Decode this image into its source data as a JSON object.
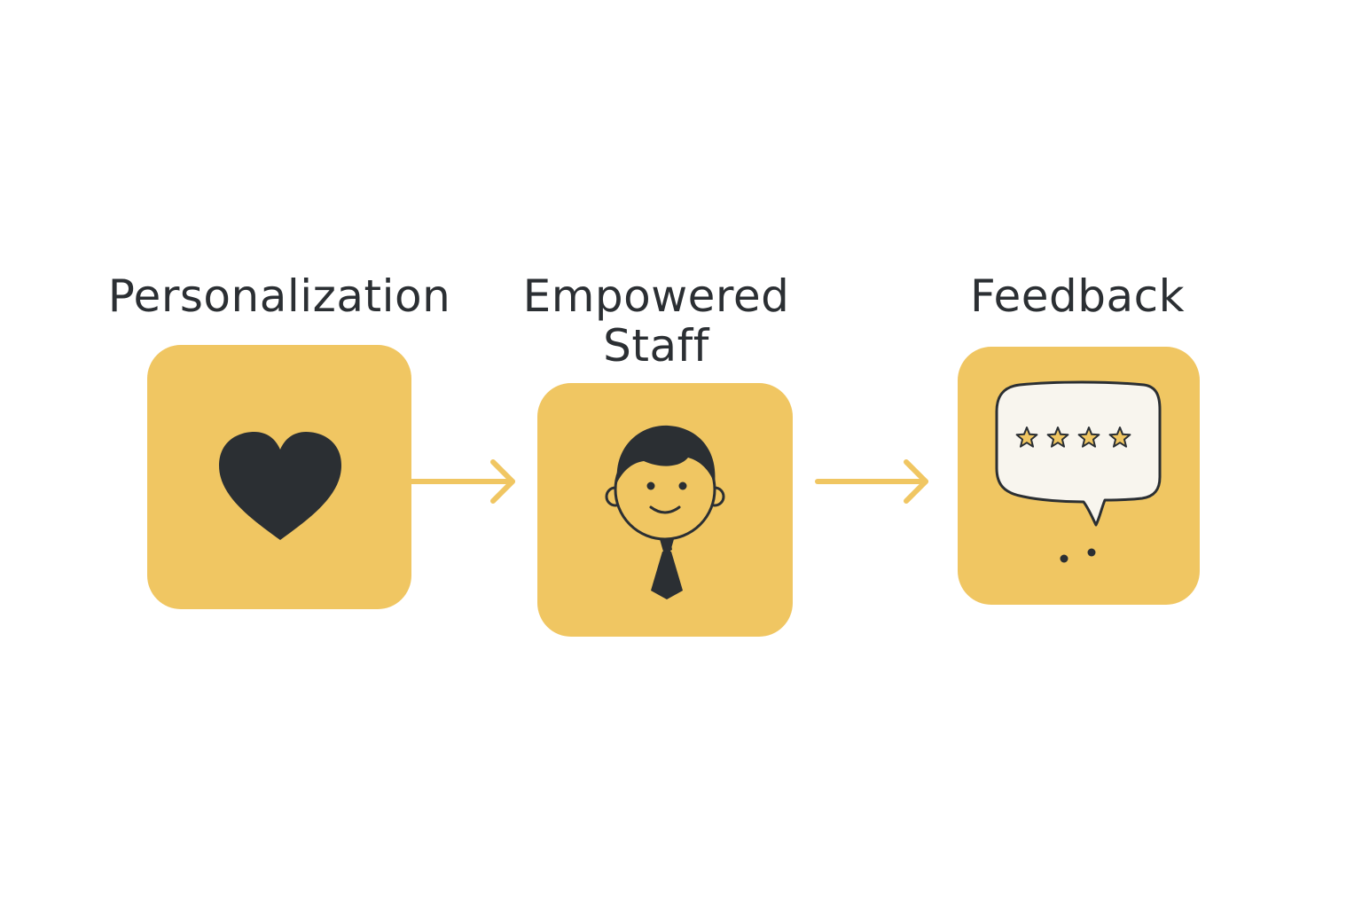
{
  "steps": [
    {
      "title_line1": "Personalization",
      "title_line2": "",
      "icon": "heart-icon"
    },
    {
      "title_line1": "Empowered",
      "title_line2": "Staff",
      "icon": "staff-person-icon"
    },
    {
      "title_line1": "Feedback",
      "title_line2": "",
      "icon": "speech-bubble-stars-icon"
    }
  ],
  "connectors": [
    "arrow-right-icon",
    "arrow-right-icon"
  ],
  "rating_stars": 4,
  "colors": {
    "box": "#f0c662",
    "ink": "#2b2f33",
    "arrow": "#f0c662",
    "bubble": "#f8f5ee",
    "star": "#f0c662"
  }
}
